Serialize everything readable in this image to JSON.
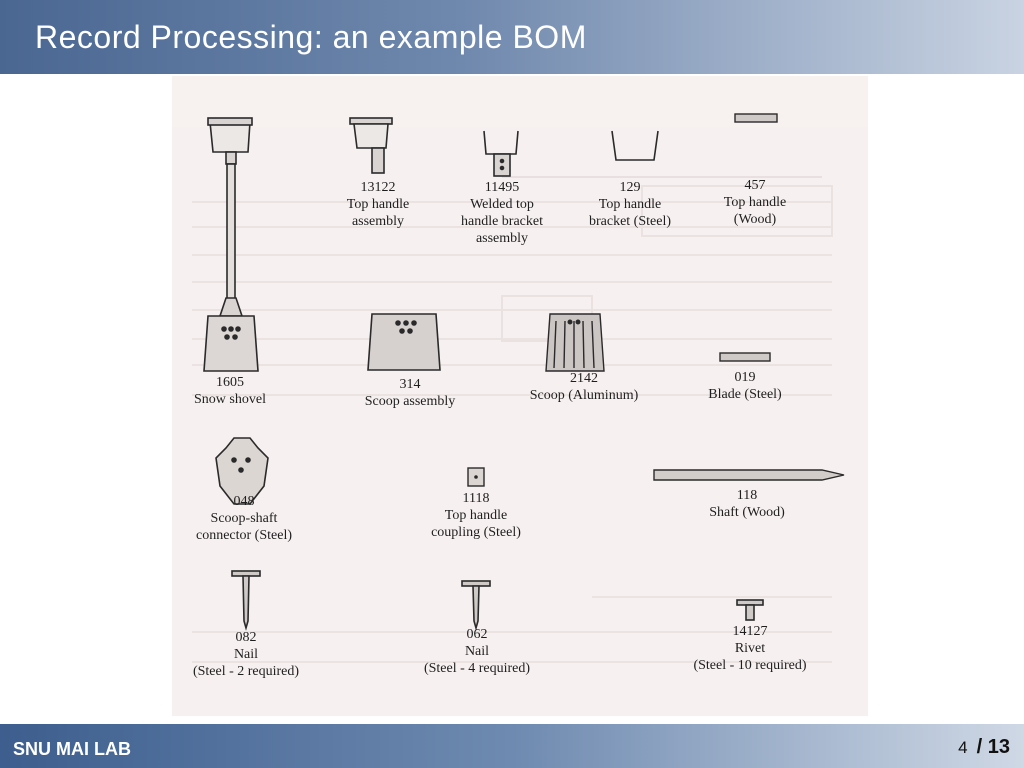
{
  "header": {
    "title": "Record Processing: an example BOM"
  },
  "figure": {
    "parts": [
      {
        "number": "13122",
        "lines": [
          "Top handle",
          "assembly"
        ]
      },
      {
        "number": "11495",
        "lines": [
          "Welded top",
          "handle bracket",
          "assembly"
        ]
      },
      {
        "number": "129",
        "lines": [
          "Top handle",
          "bracket (Steel)"
        ]
      },
      {
        "number": "457",
        "lines": [
          "Top handle",
          "(Wood)"
        ]
      },
      {
        "number": "1605",
        "lines": [
          "Snow shovel"
        ]
      },
      {
        "number": "314",
        "lines": [
          "Scoop assembly"
        ]
      },
      {
        "number": "2142",
        "lines": [
          "Scoop (Aluminum)"
        ]
      },
      {
        "number": "019",
        "lines": [
          "Blade (Steel)"
        ]
      },
      {
        "number": "048",
        "lines": [
          "Scoop-shaft",
          "connector (Steel)"
        ]
      },
      {
        "number": "1118",
        "lines": [
          "Top handle",
          "coupling (Steel)"
        ]
      },
      {
        "number": "118",
        "lines": [
          "Shaft (Wood)"
        ]
      },
      {
        "number": "082",
        "lines": [
          "Nail",
          "(Steel - 2 required)"
        ]
      },
      {
        "number": "062",
        "lines": [
          "Nail",
          "(Steel - 4 required)"
        ]
      },
      {
        "number": "14127",
        "lines": [
          "Rivet",
          "(Steel - 10 required)"
        ]
      }
    ]
  },
  "footer": {
    "lab": "SNU MAI LAB",
    "page": "4",
    "total": "/ 13"
  }
}
